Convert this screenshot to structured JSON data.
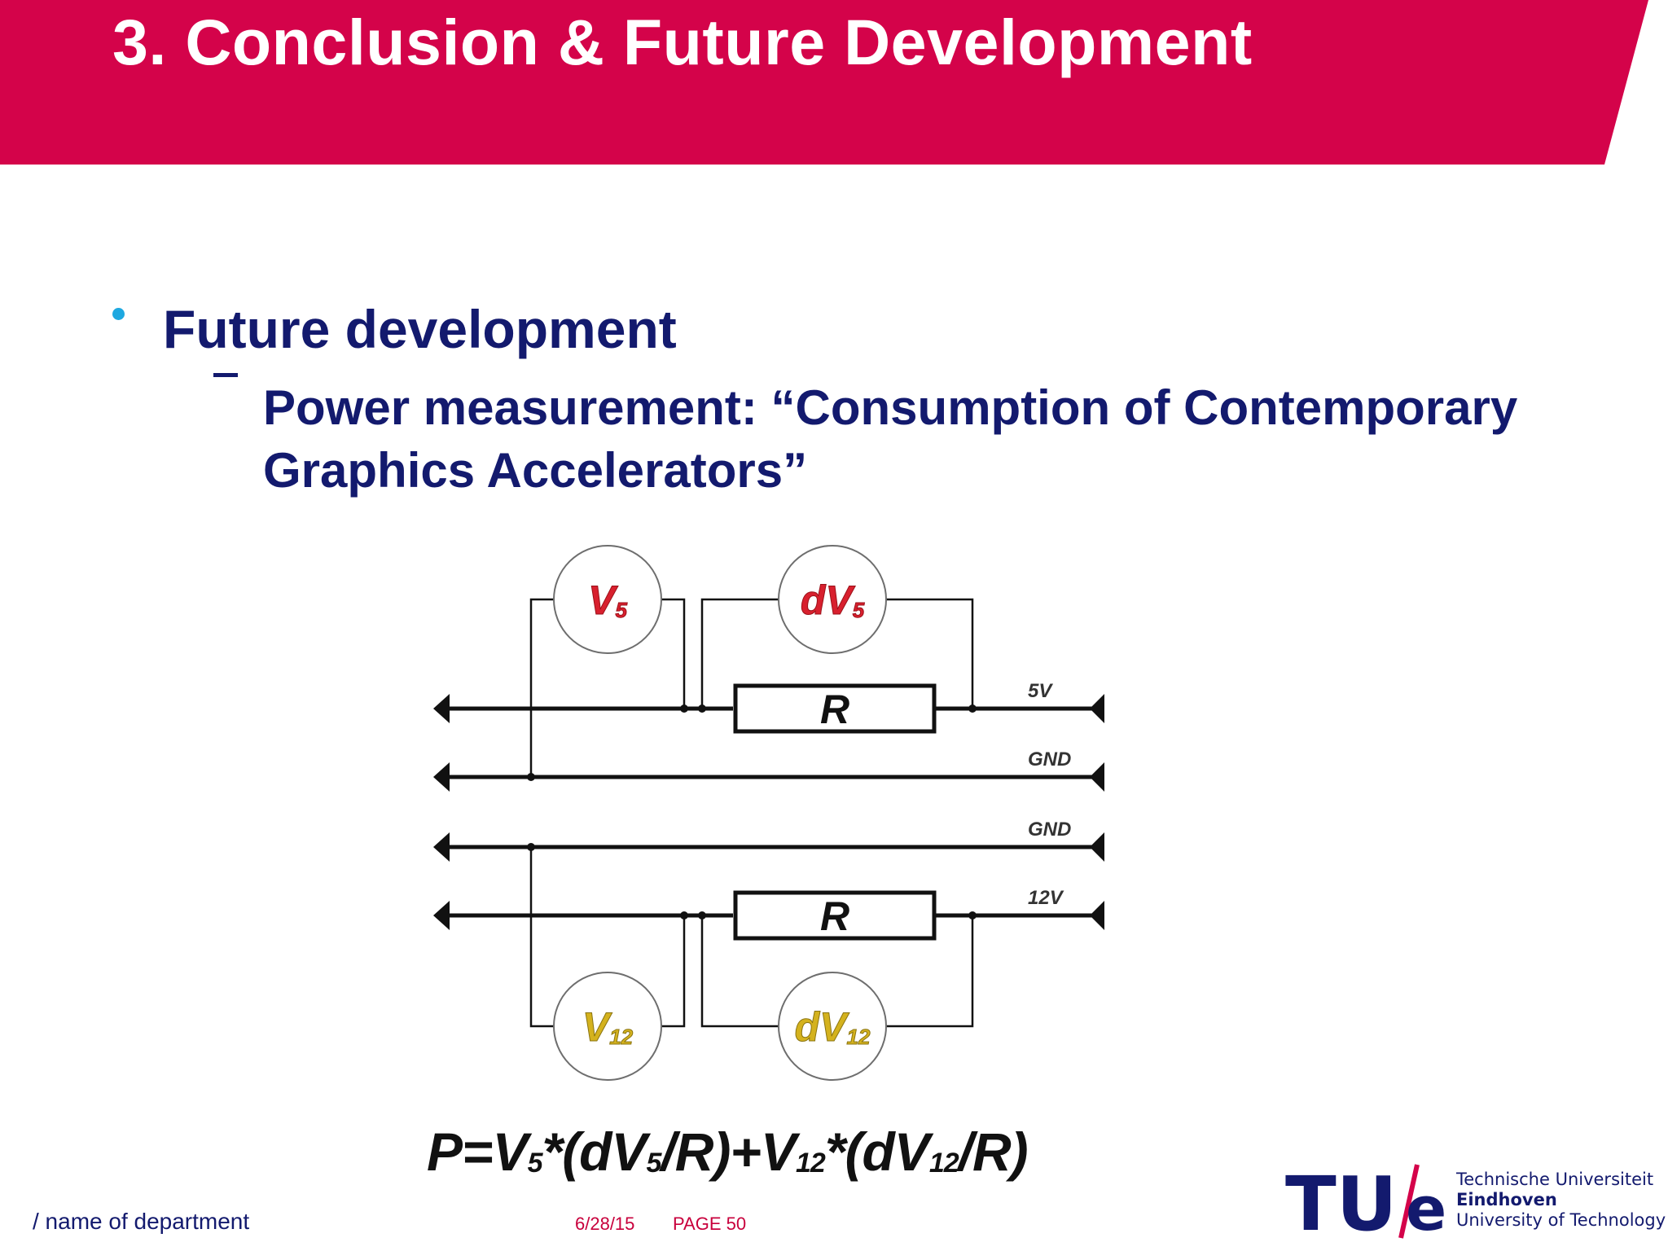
{
  "slide": {
    "title": "3. Conclusion & Future Development",
    "bullet": "Future development",
    "sub_bullet": "Power measurement: “Consumption of Contemporary Graphics Accelerators”"
  },
  "diagram": {
    "meters": {
      "v5": {
        "main": "V",
        "sub": "5"
      },
      "dv5": {
        "main": "dV",
        "sub": "5"
      },
      "v12": {
        "main": "V",
        "sub": "12"
      },
      "dv12": {
        "main": "dV",
        "sub": "12"
      }
    },
    "resistor_label": "R",
    "rails": [
      "5V",
      "GND",
      "GND",
      "12V"
    ]
  },
  "formula": {
    "p_eq_v": "P=V",
    "s1": "5",
    "a": "*(dV",
    "s2": "5",
    "b": "/R)+V",
    "s3": "12",
    "c": "*(dV",
    "s4": "12",
    "d": "/R)"
  },
  "footer": {
    "department": "/ name of department",
    "date": "6/28/15",
    "page": "PAGE 50"
  },
  "logo": {
    "mark_tu": "TU",
    "mark_e": "e",
    "line1": "Technische Universiteit",
    "line2": "Eindhoven",
    "line3": "University of Technology"
  },
  "colors": {
    "banner": "#d4034a",
    "text_dark_blue": "#131a6e",
    "bullet_blue": "#1ea8e0",
    "meter_red": "#d8202e",
    "meter_yellow": "#d4b21e",
    "footer_red": "#c8003c",
    "logo_red": "#d4034a"
  }
}
